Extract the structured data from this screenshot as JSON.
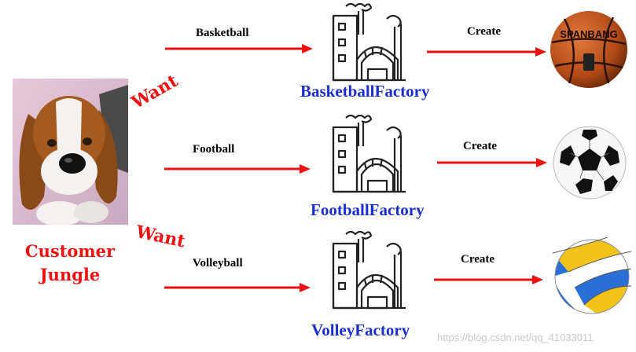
{
  "customer": {
    "line1": "Customer",
    "line2": "Jungle"
  },
  "want_label_1": "Want",
  "want_label_2": "Want",
  "rows": [
    {
      "product": "Basketball",
      "factory": "BasketballFactory",
      "create": "Create"
    },
    {
      "product": "Football",
      "factory": "FootballFactory",
      "create": "Create"
    },
    {
      "product": "Volleyball",
      "factory": "VolleyFactory",
      "create": "Create"
    }
  ],
  "basketball_brand": "SPANBANG",
  "watermark": "https://blog.csdn.net/qq_41033011",
  "colors": {
    "arrow": "#ee1111",
    "want": "#ee1111",
    "factory_text": "#1a2ecc"
  }
}
